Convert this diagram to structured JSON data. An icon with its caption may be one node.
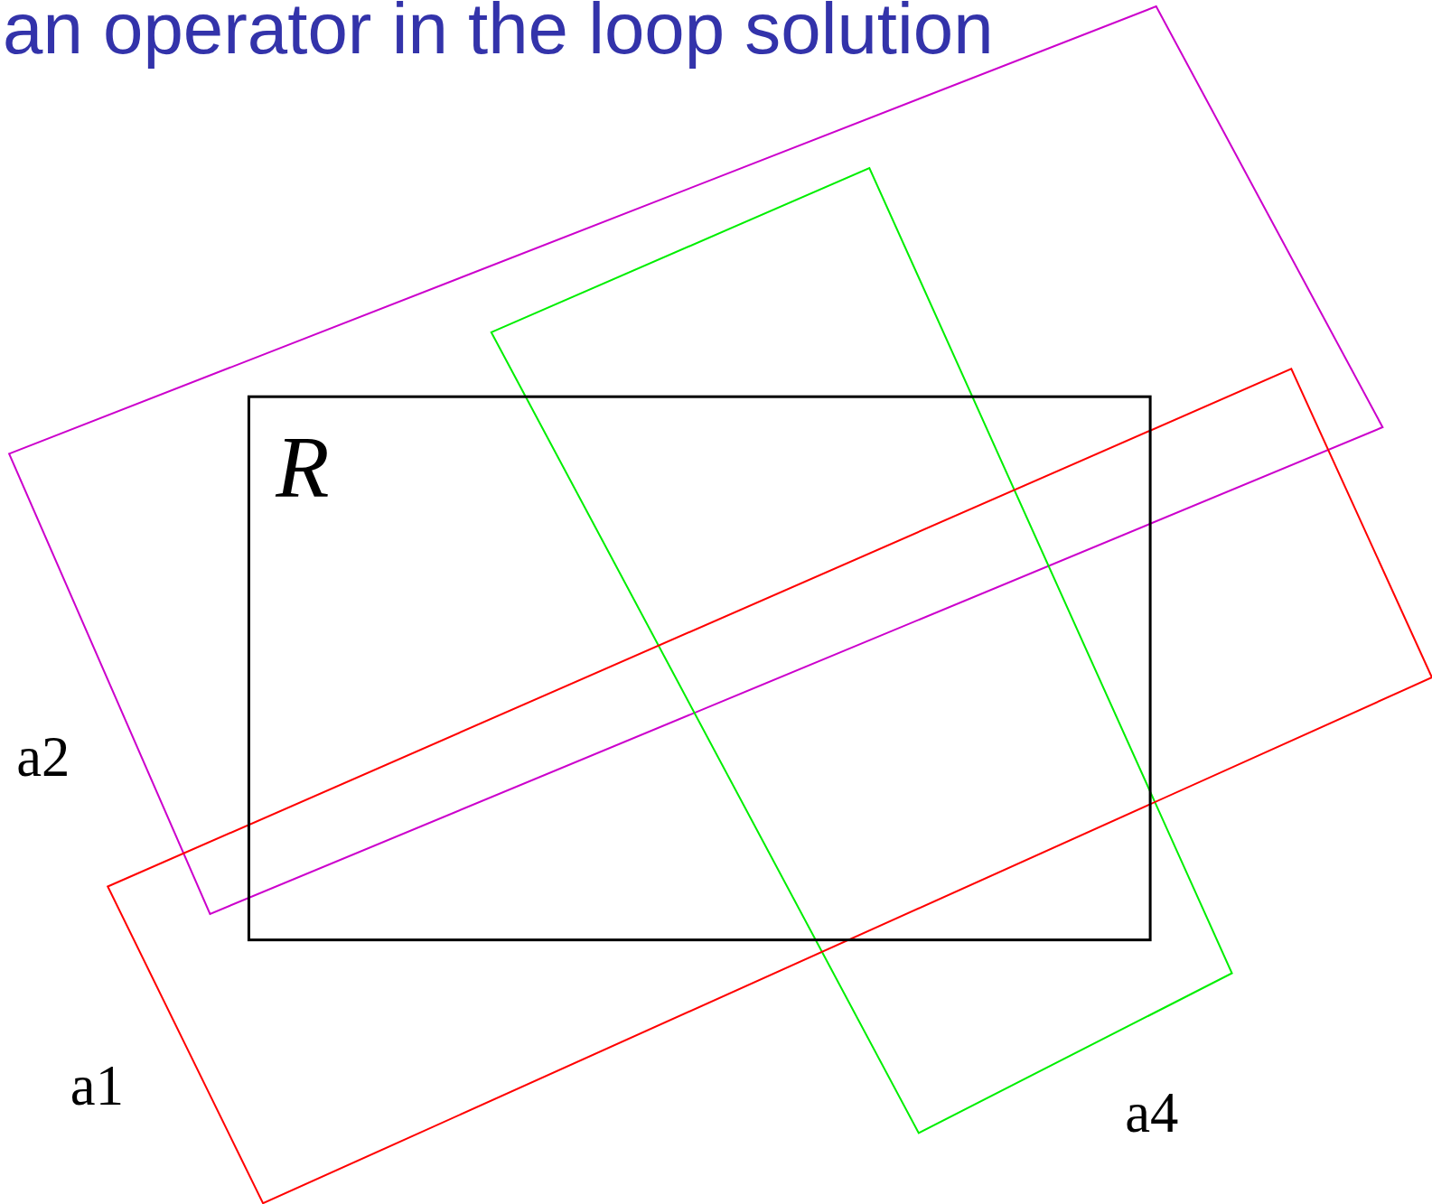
{
  "diagram": {
    "title": "an operator in the loop solution",
    "nodes": [
      {
        "text": [
          "R"
        ]
      },
      {
        "text": [],
        "shape": "box",
        "beside": [
          "a2"
        ]
      },
      {
        "text": [],
        "shape": "box",
        "beside": [
          "a4"
        ]
      },
      {
        "text": [],
        "shape": "box",
        "beside": [
          "a1"
        ]
      }
    ]
  }
}
